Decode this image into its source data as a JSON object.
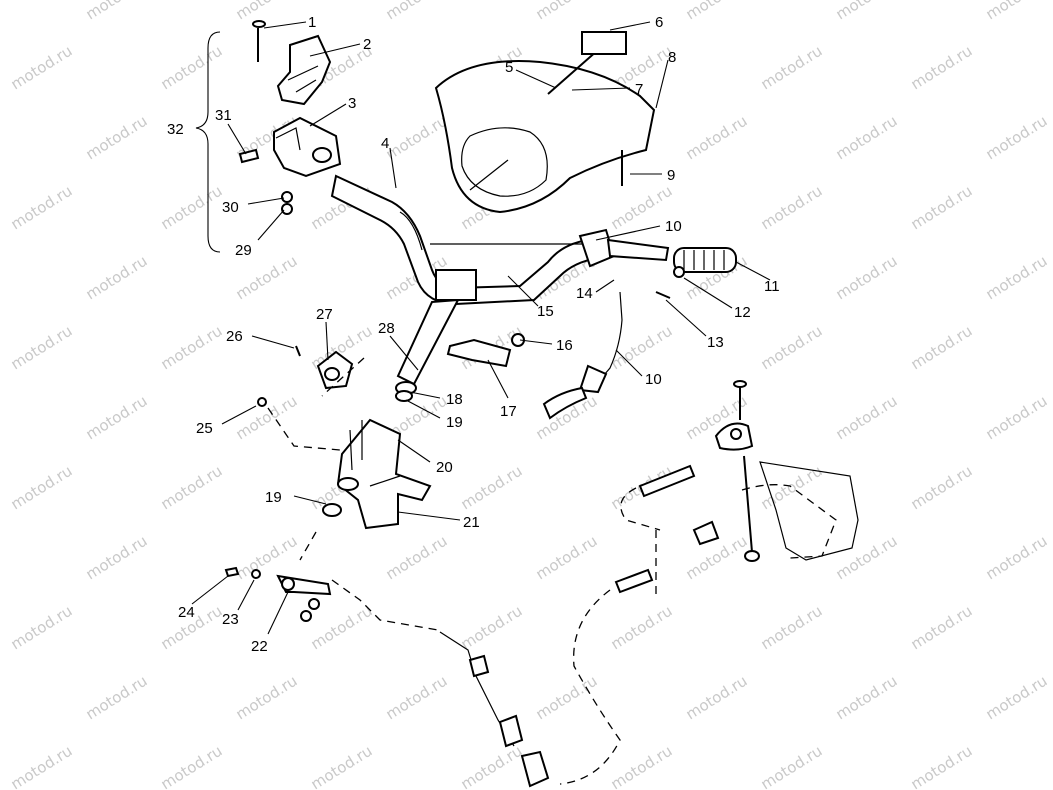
{
  "watermark": "motod.ru",
  "callouts": [
    "1",
    "2",
    "3",
    "4",
    "5",
    "6",
    "7",
    "8",
    "9",
    "10",
    "11",
    "12",
    "13",
    "14",
    "15",
    "16",
    "10",
    "17",
    "18",
    "19",
    "20",
    "19",
    "21",
    "22",
    "23",
    "24",
    "25",
    "26",
    "27",
    "28",
    "29",
    "30",
    "31",
    "32"
  ]
}
